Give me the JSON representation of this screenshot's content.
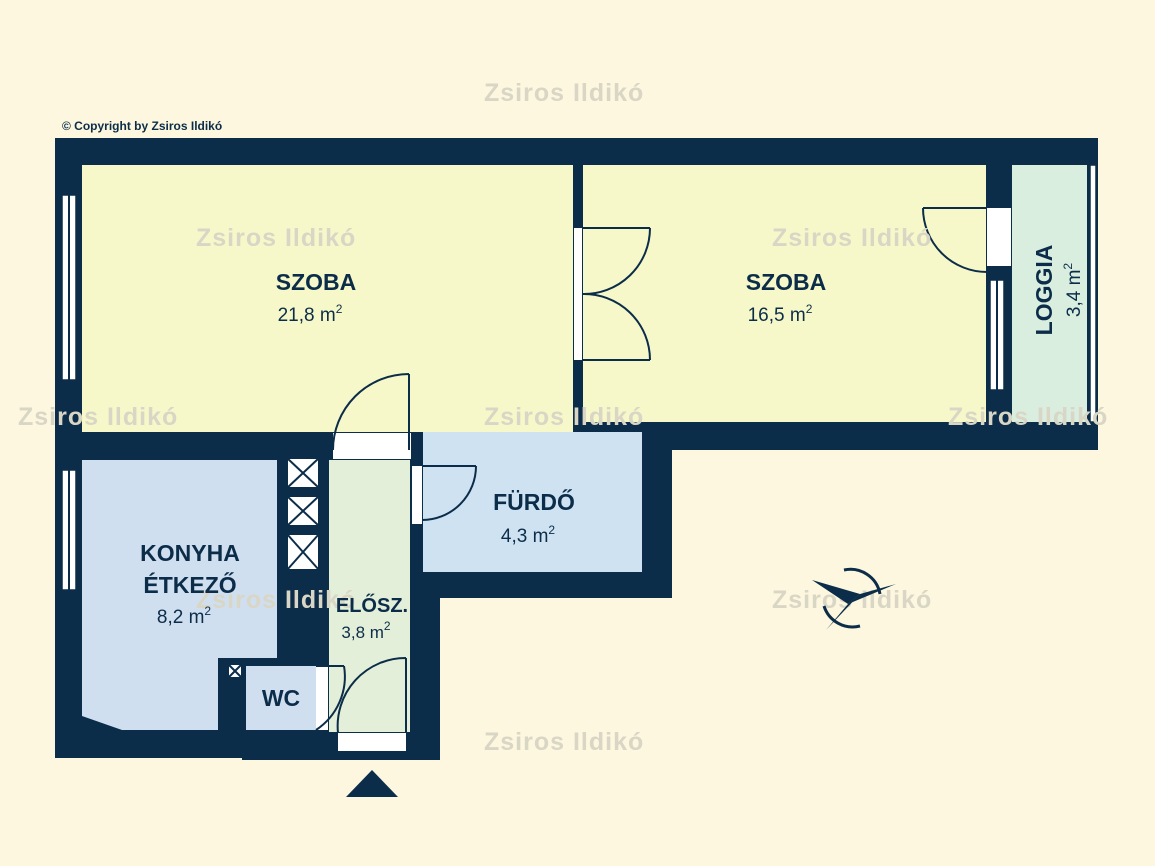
{
  "copyright": "© Copyright by Zsiros Ildikó",
  "watermark": "Zsiros Ildikó",
  "rooms": {
    "szoba1": {
      "label": "SZOBA",
      "area": "21,8 m",
      "sup": "2",
      "color": "#f7f8c9"
    },
    "szoba2": {
      "label": "SZOBA",
      "area": "16,5 m",
      "sup": "2",
      "color": "#f7f8c9"
    },
    "loggia": {
      "label": "LOGGIA",
      "area": "3,4 m",
      "sup": "2",
      "color": "#d9eedf"
    },
    "konyha": {
      "label_line1": "KONYHA",
      "label_line2": "ÉTKEZŐ",
      "area": "8,2 m",
      "sup": "2",
      "color": "#cfdfef"
    },
    "furdo": {
      "label": "FÜRDŐ",
      "area": "4,3 m",
      "sup": "2",
      "color": "#cfe2f2"
    },
    "eloszoba": {
      "label": "ELŐSZ.",
      "area": "3,8 m",
      "sup": "2",
      "color": "#e3efd9"
    },
    "wc": {
      "label": "WC",
      "color": "#cfdfef"
    }
  },
  "icons": {
    "entrance": "entrance-arrow-icon",
    "compass": "compass-north-icon"
  },
  "colors": {
    "wall": "#0c2d49",
    "background": "#fcf7de"
  }
}
